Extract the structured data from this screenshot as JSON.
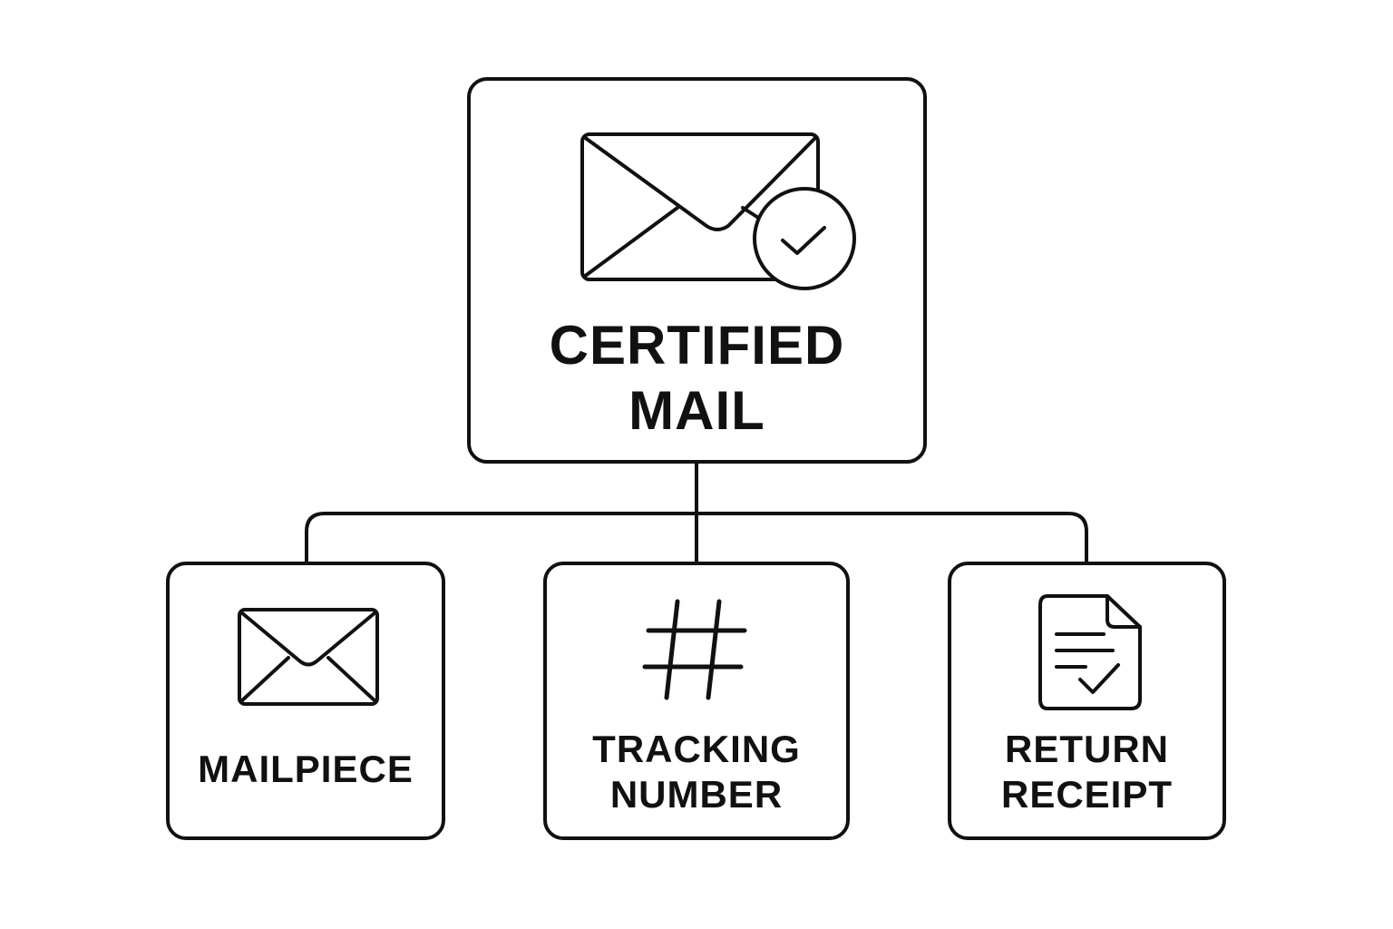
{
  "root": {
    "title_line1": "CERTIFIED",
    "title_line2": "MAIL",
    "icon": "envelope-check-icon"
  },
  "children": [
    {
      "line1": "MAILPIECE",
      "line2": "",
      "icon": "envelope-icon"
    },
    {
      "line1": "TRACKING",
      "line2": "NUMBER",
      "icon": "hash-icon"
    },
    {
      "line1": "RETURN",
      "line2": "RECEIPT",
      "icon": "document-check-icon"
    }
  ],
  "colors": {
    "stroke": "#111111",
    "background": "#ffffff"
  }
}
